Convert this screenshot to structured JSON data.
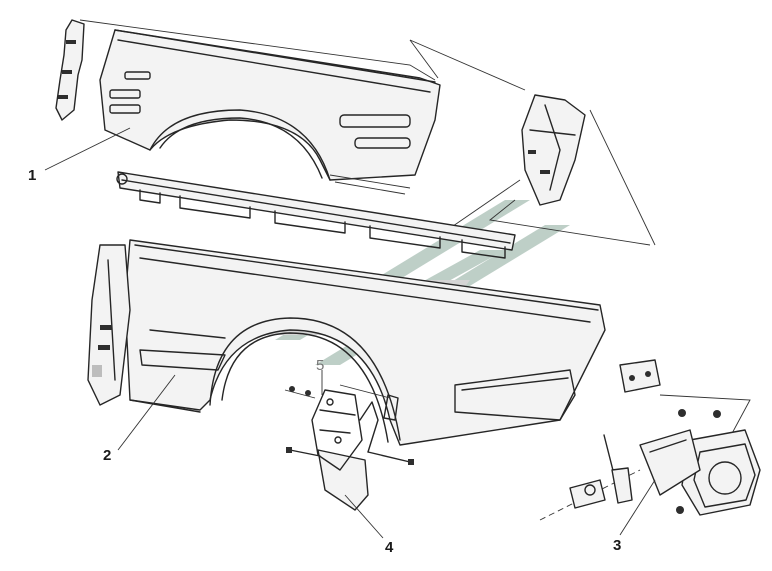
{
  "diagram": {
    "callouts": [
      {
        "id": "1",
        "label": "1"
      },
      {
        "id": "2",
        "label": "2"
      },
      {
        "id": "3",
        "label": "3"
      },
      {
        "id": "4",
        "label": "4"
      },
      {
        "id": "5",
        "label": "5"
      }
    ],
    "colors": {
      "line": "#262626",
      "watermark_green": "#8aa89a",
      "watermark_grey": "#b4b4b4"
    }
  }
}
